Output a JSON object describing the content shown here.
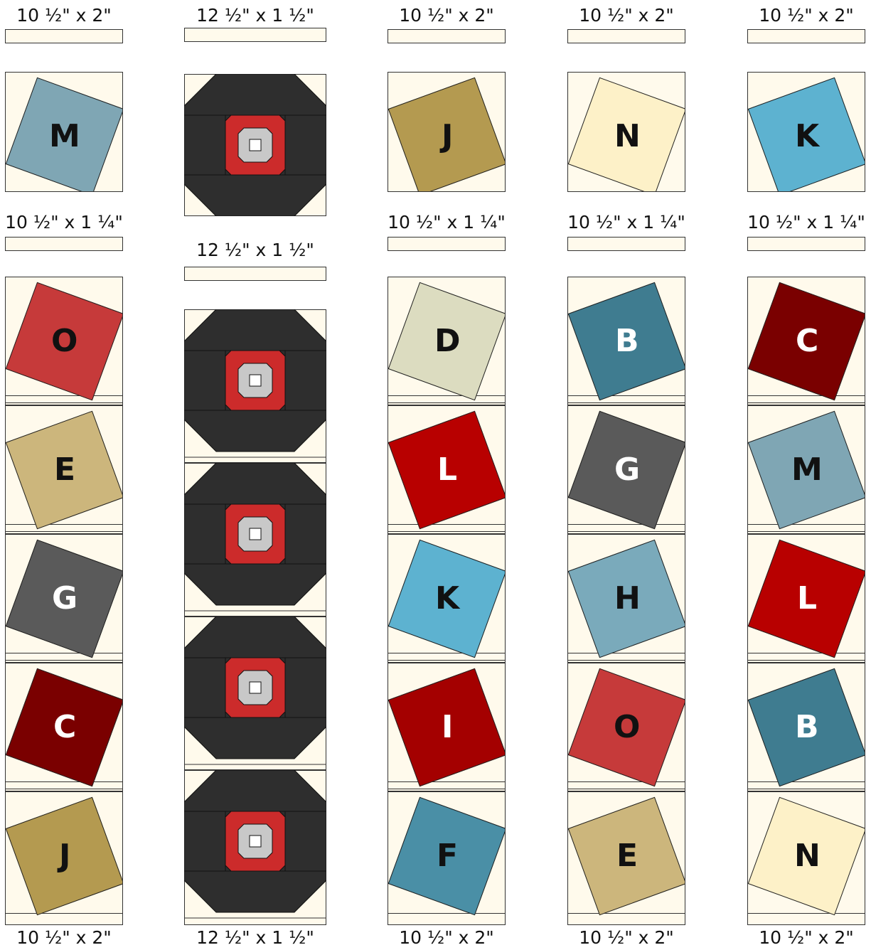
{
  "colors": {
    "background_fabric": "#fffaec",
    "outline": "#333333",
    "spool_dark": "#2e2e2e",
    "spool_red": "#cc2b2b",
    "spool_gray": "#c8c8c8"
  },
  "columns": [
    {
      "top_label": "10 ½\" x 2\"",
      "mid_label": "10 ½\" x 1 ¼\"",
      "bottom_label": "10 ½\" x 2\"",
      "top_block": {
        "letter": "M",
        "fill": "#7fa6b4",
        "text_color": "#111111",
        "tilt": "left"
      },
      "blocks": [
        {
          "letter": "O",
          "fill": "#c63a3a",
          "text_color": "#111111",
          "tilt": "left"
        },
        {
          "letter": "E",
          "fill": "#ccb67c",
          "text_color": "#111111",
          "tilt": "right"
        },
        {
          "letter": "G",
          "fill": "#5a5a5a",
          "text_color": "#ffffff",
          "tilt": "left"
        },
        {
          "letter": "C",
          "fill": "#7a0000",
          "text_color": "#ffffff",
          "tilt": "left"
        },
        {
          "letter": "J",
          "fill": "#b49a50",
          "text_color": "#111111",
          "tilt": "right"
        }
      ]
    },
    {
      "top_label": "12 ½\" x 1 ½\"",
      "mid_label": "12 ½\" x 1 ½\"",
      "bottom_label": "12 ½\" x 1 ½\""
    },
    {
      "top_label": "10 ½\" x 2\"",
      "mid_label": "10 ½\" x 1 ¼\"",
      "bottom_label": "10 ½\" x 2\"",
      "top_block": {
        "letter": "J",
        "fill": "#b49a50",
        "text_color": "#111111",
        "tilt": "right"
      },
      "blocks": [
        {
          "letter": "D",
          "fill": "#dcdcc0",
          "text_color": "#111111",
          "tilt": "left"
        },
        {
          "letter": "L",
          "fill": "#b80000",
          "text_color": "#ffffff",
          "tilt": "right"
        },
        {
          "letter": "K",
          "fill": "#5db2d0",
          "text_color": "#111111",
          "tilt": "left"
        },
        {
          "letter": "I",
          "fill": "#a40000",
          "text_color": "#ffffff",
          "tilt": "right"
        },
        {
          "letter": "F",
          "fill": "#4a8fa6",
          "text_color": "#111111",
          "tilt": "left"
        }
      ]
    },
    {
      "top_label": "10 ½\" x 2\"",
      "mid_label": "10 ½\" x 1 ¼\"",
      "bottom_label": "10 ½\" x 2\"",
      "top_block": {
        "letter": "N",
        "fill": "#fdf1c8",
        "text_color": "#111111",
        "tilt": "left"
      },
      "blocks": [
        {
          "letter": "B",
          "fill": "#3f7c90",
          "text_color": "#ffffff",
          "tilt": "right"
        },
        {
          "letter": "G",
          "fill": "#5a5a5a",
          "text_color": "#ffffff",
          "tilt": "left"
        },
        {
          "letter": "H",
          "fill": "#7aaabb",
          "text_color": "#111111",
          "tilt": "right"
        },
        {
          "letter": "O",
          "fill": "#c63a3a",
          "text_color": "#111111",
          "tilt": "left"
        },
        {
          "letter": "E",
          "fill": "#ccb67c",
          "text_color": "#111111",
          "tilt": "right"
        }
      ]
    },
    {
      "top_label": "10 ½\" x 2\"",
      "mid_label": "10 ½\" x 1 ¼\"",
      "bottom_label": "10 ½\" x 2\"",
      "top_block": {
        "letter": "K",
        "fill": "#5db2d0",
        "text_color": "#111111",
        "tilt": "right"
      },
      "blocks": [
        {
          "letter": "C",
          "fill": "#7a0000",
          "text_color": "#ffffff",
          "tilt": "left"
        },
        {
          "letter": "M",
          "fill": "#7fa6b4",
          "text_color": "#111111",
          "tilt": "right"
        },
        {
          "letter": "L",
          "fill": "#b80000",
          "text_color": "#ffffff",
          "tilt": "left"
        },
        {
          "letter": "B",
          "fill": "#3f7c90",
          "text_color": "#ffffff",
          "tilt": "right"
        },
        {
          "letter": "N",
          "fill": "#fdf1c8",
          "text_color": "#111111",
          "tilt": "left"
        }
      ]
    }
  ]
}
